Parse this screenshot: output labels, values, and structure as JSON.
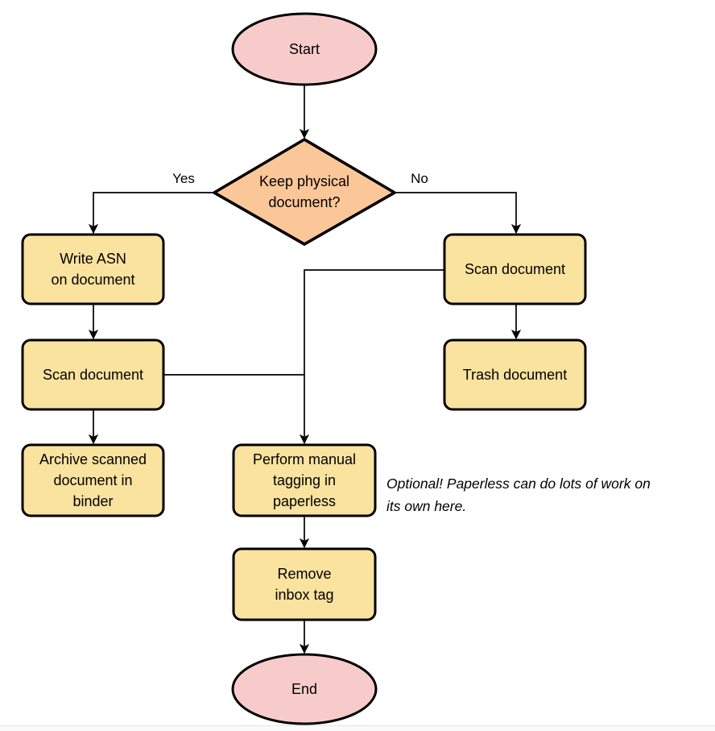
{
  "diagram": {
    "nodes": {
      "start": {
        "label": "Start"
      },
      "decision": {
        "label": "Keep physical\ndocument?"
      },
      "write_asn": {
        "label": "Write ASN\non document"
      },
      "scan_left": {
        "label": "Scan document"
      },
      "archive": {
        "label": "Archive scanned\ndocument in\nbinder"
      },
      "scan_right": {
        "label": "Scan document"
      },
      "trash": {
        "label": "Trash document"
      },
      "tagging": {
        "label": "Perform manual\ntagging in\npaperless"
      },
      "remove_inbox": {
        "label": "Remove\ninbox tag"
      },
      "end": {
        "label": "End"
      }
    },
    "edge_labels": {
      "yes": "Yes",
      "no": "No"
    },
    "annotation": {
      "text": "Optional! Paperless can do lots of work on\nits own here."
    },
    "colors": {
      "terminator_fill": "#f8cbcb",
      "decision_fill": "#fbc799",
      "process_fill": "#fae29f",
      "stroke": "#000000"
    }
  }
}
